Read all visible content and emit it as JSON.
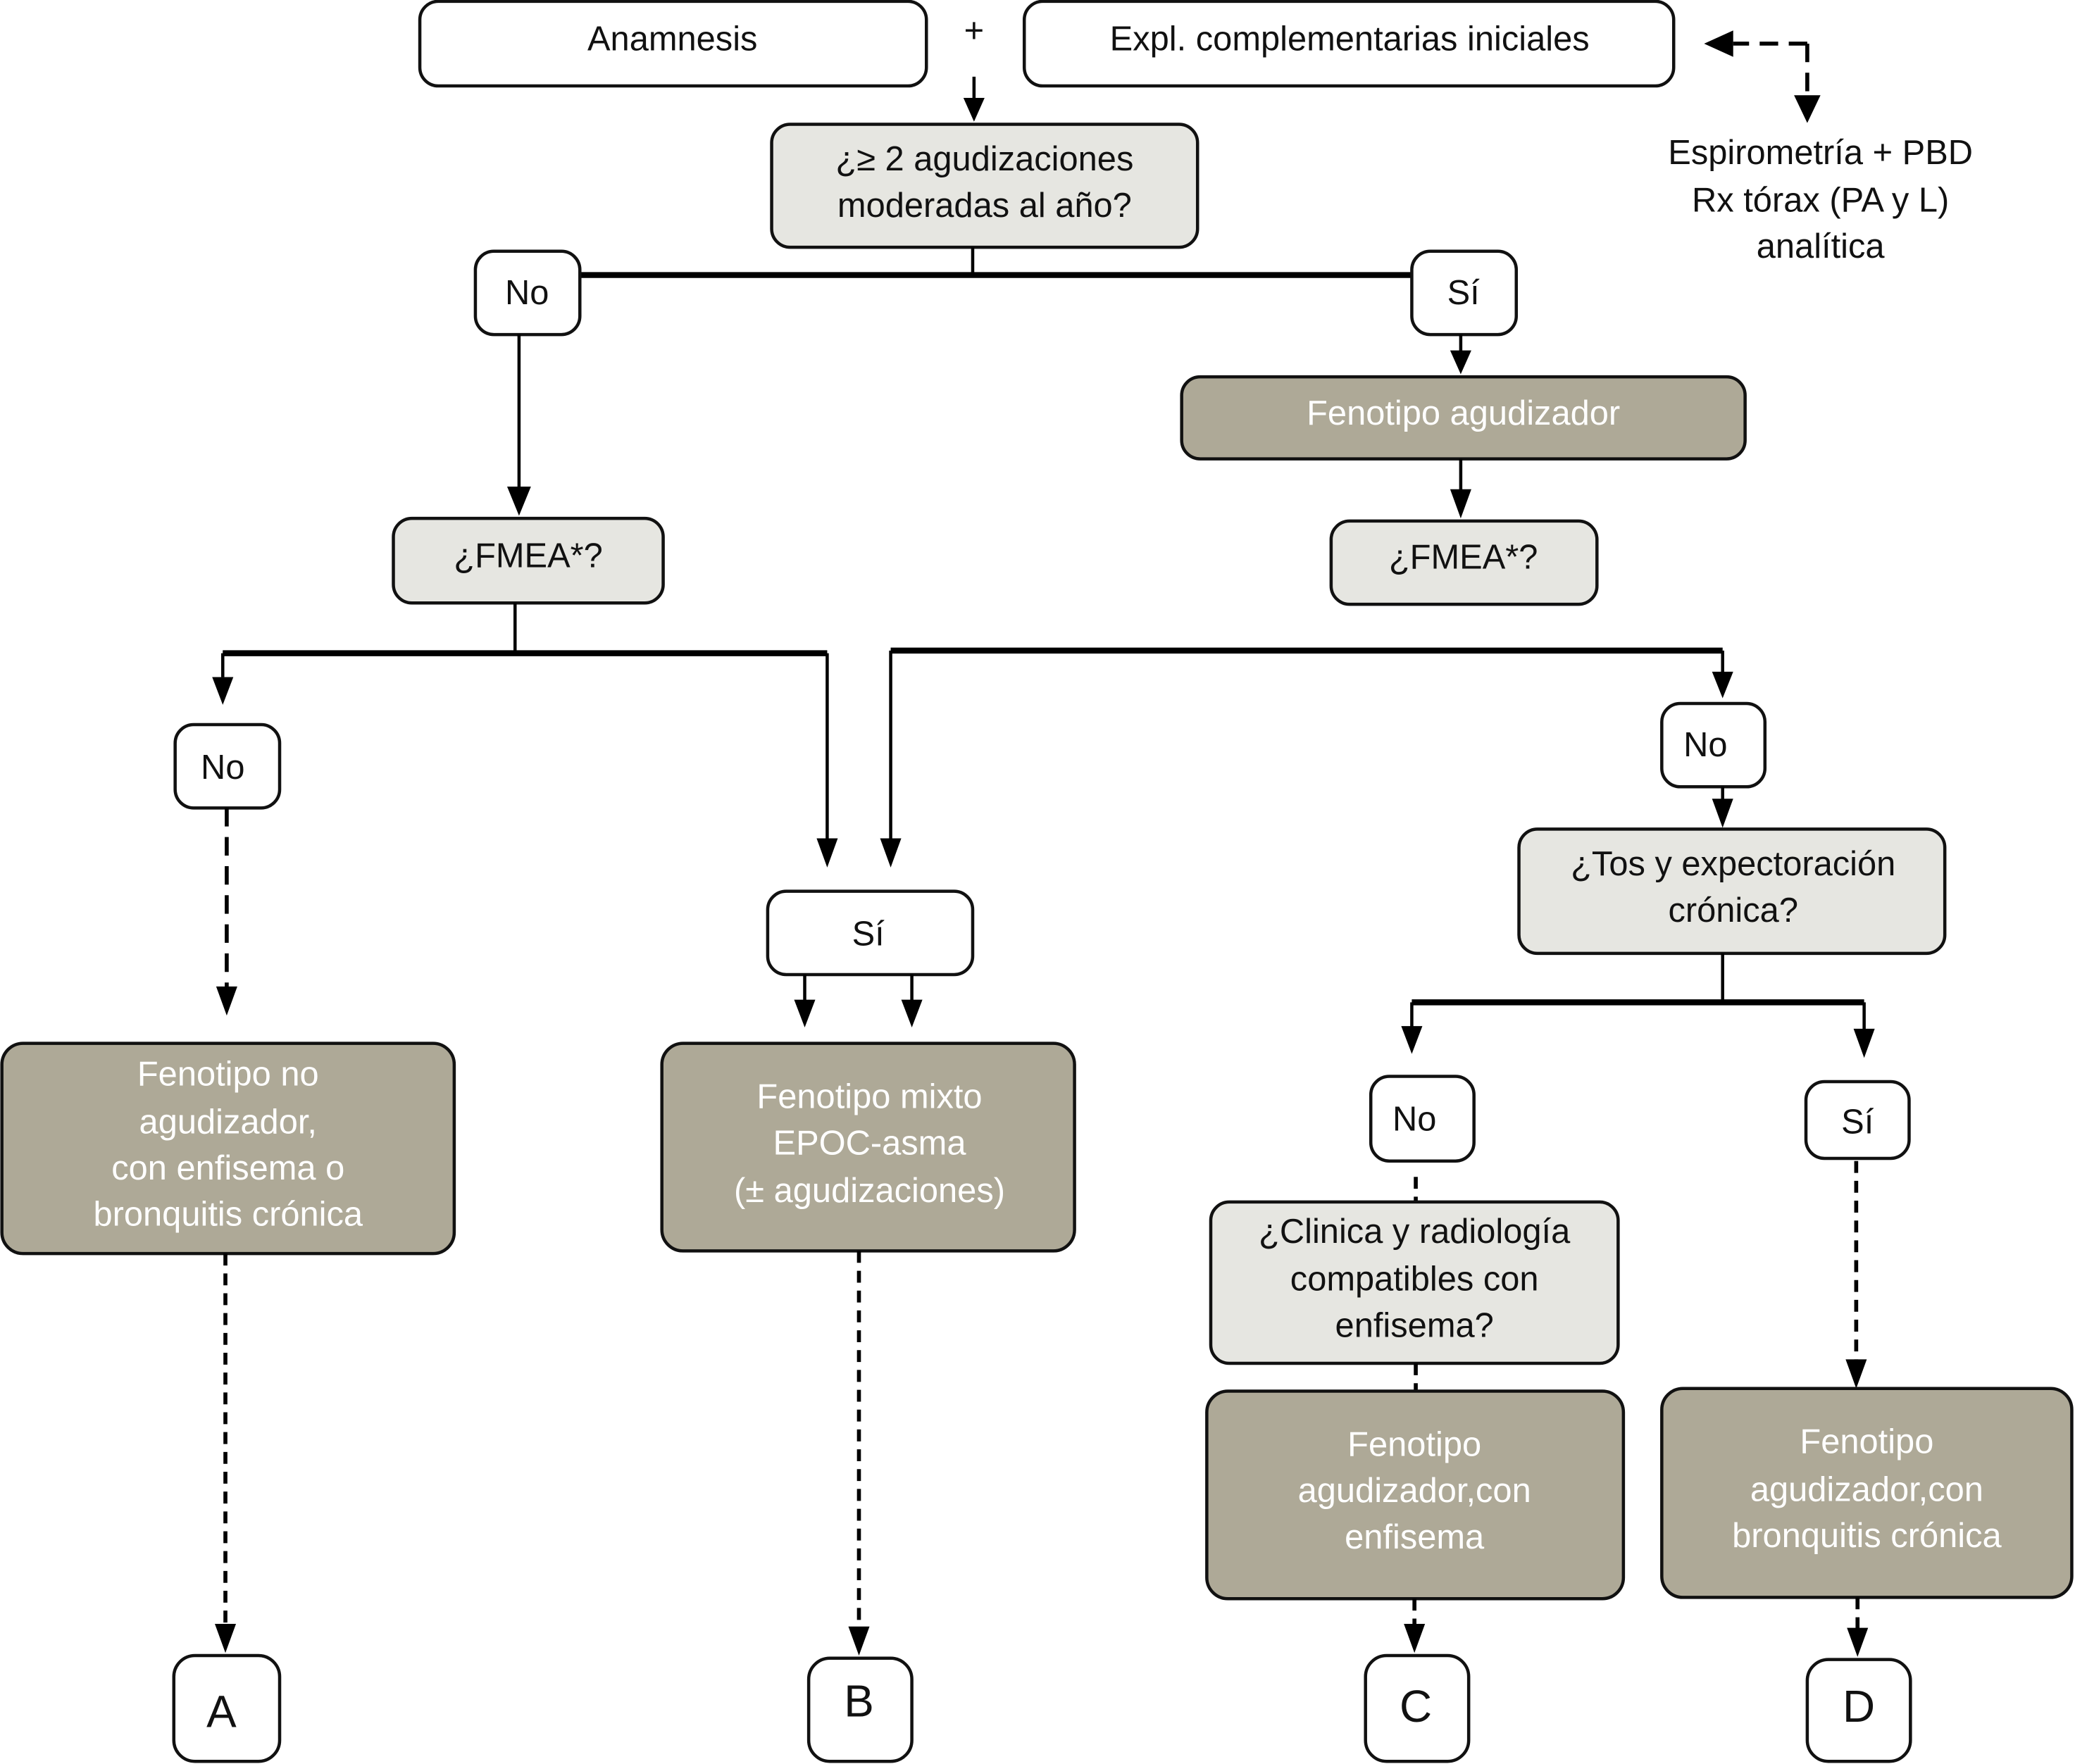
{
  "diagram": {
    "type": "flowchart",
    "language": "es",
    "colors": {
      "question_fill": "#e6e6e1",
      "result_fill": "#aea997",
      "plain_fill": "#ffffff",
      "line": "#000000"
    },
    "top": {
      "anamnesis": "Anamnesis",
      "plus": "+",
      "expl": "Expl. complementarias iniciales",
      "side_note": [
        "Espirometría + PBD",
        "Rx tórax (PA y L)",
        "analítica"
      ]
    },
    "q1": {
      "lines": [
        "¿≥ 2 agudizaciones",
        "moderadas al año?"
      ]
    },
    "q1_no": "No",
    "q1_si": "Sí",
    "agudizador": "Fenotipo agudizador",
    "fmea_left": "¿FMEA*?",
    "fmea_right": "¿FMEA*?",
    "fmea_left_no": "No",
    "fmea_si": "Sí",
    "fmea_right_no": "No",
    "q_tos": {
      "lines": [
        "¿Tos y expectoración",
        "crónica?"
      ]
    },
    "tos_no": "No",
    "tos_si": "Sí",
    "q_clinica": {
      "lines": [
        "¿Clinica y radiología",
        "compatibles con",
        "enfisema?"
      ]
    },
    "result_a": {
      "lines": [
        "Fenotipo no",
        "agudizador,",
        "con enfisema o",
        "bronquitis crónica"
      ]
    },
    "result_b": {
      "lines": [
        "Fenotipo mixto",
        "EPOC-asma",
        "(± agudizaciones)"
      ]
    },
    "result_c": {
      "lines": [
        "Fenotipo",
        "agudizador,con",
        "enfisema"
      ]
    },
    "result_d": {
      "lines": [
        "Fenotipo",
        "agudizador,con",
        "bronquitis crónica"
      ]
    },
    "letters": {
      "a": "A",
      "b": "B",
      "c": "C",
      "d": "D"
    }
  }
}
